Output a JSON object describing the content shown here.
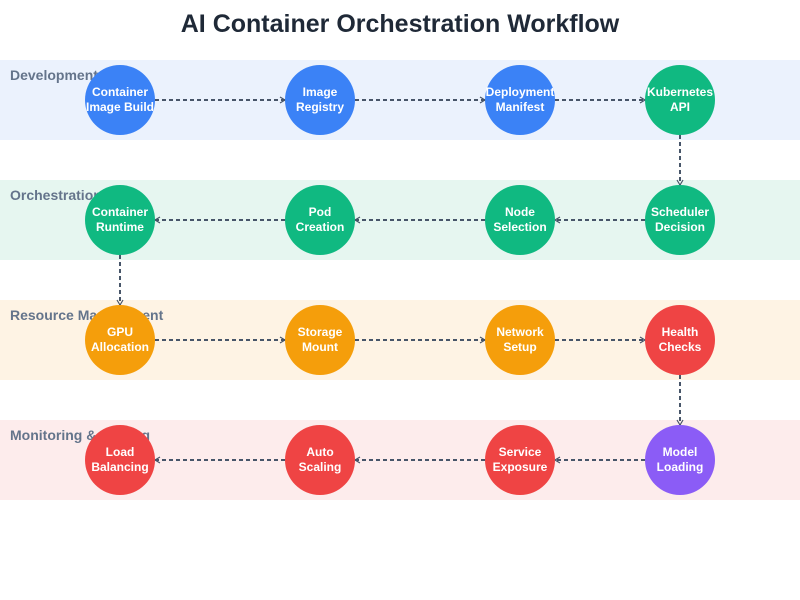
{
  "title": "AI Container Orchestration Workflow",
  "colors": {
    "blue": "#3b82f6",
    "green": "#10b981",
    "orange": "#f59e0b",
    "red": "#ef4444",
    "purple": "#8b5cf6",
    "connector": "#475569",
    "lane_development": "#ebf2fd",
    "lane_orchestration": "#e6f6f0",
    "lane_resource": "#fef3e4",
    "lane_monitoring": "#fdecec"
  },
  "lanes": [
    {
      "id": "development",
      "label": "Development"
    },
    {
      "id": "orchestration",
      "label": "Orchestration"
    },
    {
      "id": "resource",
      "label": "Resource Management"
    },
    {
      "id": "monitoring",
      "label": "Monitoring & Scaling"
    }
  ],
  "nodes": [
    {
      "id": "container-image-build",
      "label": "Container\nImage Build",
      "color": "blue"
    },
    {
      "id": "image-registry",
      "label": "Image\nRegistry",
      "color": "blue"
    },
    {
      "id": "deployment-manifest",
      "label": "Deployment\nManifest",
      "color": "blue"
    },
    {
      "id": "kubernetes-api",
      "label": "Kubernetes\nAPI",
      "color": "green"
    },
    {
      "id": "container-runtime",
      "label": "Container\nRuntime",
      "color": "green"
    },
    {
      "id": "pod-creation",
      "label": "Pod\nCreation",
      "color": "green"
    },
    {
      "id": "node-selection",
      "label": "Node\nSelection",
      "color": "green"
    },
    {
      "id": "scheduler-decision",
      "label": "Scheduler\nDecision",
      "color": "green"
    },
    {
      "id": "gpu-allocation",
      "label": "GPU\nAllocation",
      "color": "orange"
    },
    {
      "id": "storage-mount",
      "label": "Storage\nMount",
      "color": "orange"
    },
    {
      "id": "network-setup",
      "label": "Network\nSetup",
      "color": "orange"
    },
    {
      "id": "health-checks",
      "label": "Health\nChecks",
      "color": "red"
    },
    {
      "id": "load-balancing",
      "label": "Load\nBalancing",
      "color": "red"
    },
    {
      "id": "auto-scaling",
      "label": "Auto\nScaling",
      "color": "red"
    },
    {
      "id": "service-exposure",
      "label": "Service\nExposure",
      "color": "red"
    },
    {
      "id": "model-loading",
      "label": "Model\nLoading",
      "color": "purple"
    }
  ],
  "edges": [
    {
      "from": "container-image-build",
      "to": "image-registry"
    },
    {
      "from": "image-registry",
      "to": "deployment-manifest"
    },
    {
      "from": "deployment-manifest",
      "to": "kubernetes-api"
    },
    {
      "from": "kubernetes-api",
      "to": "scheduler-decision"
    },
    {
      "from": "scheduler-decision",
      "to": "node-selection"
    },
    {
      "from": "node-selection",
      "to": "pod-creation"
    },
    {
      "from": "pod-creation",
      "to": "container-runtime"
    },
    {
      "from": "container-runtime",
      "to": "gpu-allocation"
    },
    {
      "from": "gpu-allocation",
      "to": "storage-mount"
    },
    {
      "from": "storage-mount",
      "to": "network-setup"
    },
    {
      "from": "network-setup",
      "to": "health-checks"
    },
    {
      "from": "health-checks",
      "to": "model-loading"
    },
    {
      "from": "model-loading",
      "to": "service-exposure"
    },
    {
      "from": "service-exposure",
      "to": "auto-scaling"
    },
    {
      "from": "auto-scaling",
      "to": "load-balancing"
    }
  ]
}
